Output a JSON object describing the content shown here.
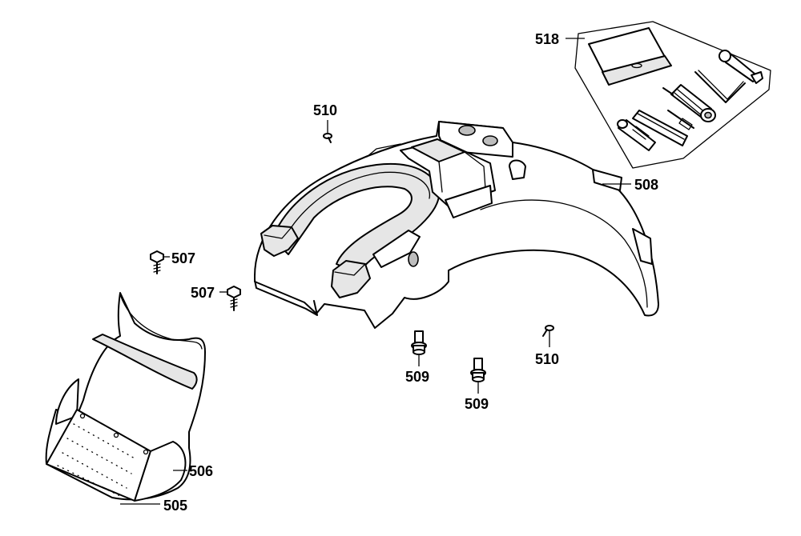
{
  "labels": {
    "p518": "518",
    "p510_top": "510",
    "p508": "508",
    "p507_a": "507",
    "p507_b": "507",
    "p509_a": "509",
    "p509_b": "509",
    "p510_bottom": "510",
    "p506": "506",
    "p505": "505"
  }
}
